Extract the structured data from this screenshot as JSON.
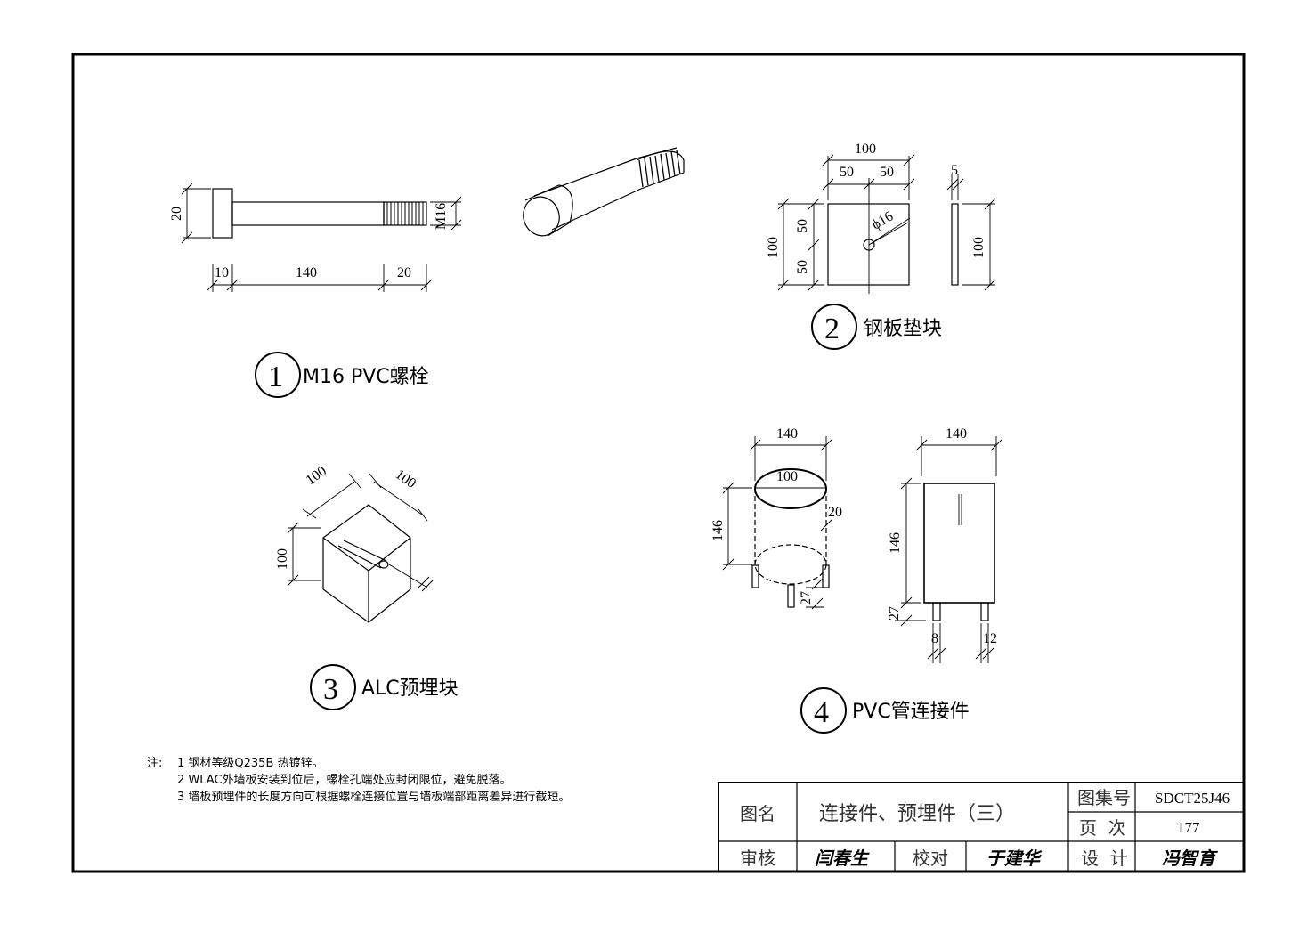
{
  "detail1": {
    "number": "1",
    "title": "M16 PVC螺栓",
    "dims": {
      "height": "20",
      "thread": "M16",
      "head": "10",
      "shank": "140",
      "thread_len": "20"
    }
  },
  "detail2": {
    "number": "2",
    "title": "钢板垫块",
    "dims": {
      "width": "100",
      "half_a": "50",
      "half_b": "50",
      "height": "100",
      "vhalf_a": "50",
      "vhalf_b": "50",
      "hole": "ϕ16",
      "thickness": "5",
      "side_height": "100"
    }
  },
  "detail3": {
    "number": "3",
    "title": "ALC预埋块",
    "dims": {
      "depth_a": "100",
      "depth_b": "100",
      "height": "100"
    }
  },
  "detail4": {
    "number": "4",
    "title": "PVC管连接件",
    "dims": {
      "width_a": "140",
      "inner": "100",
      "height_a": "146",
      "wall": "20",
      "leg_a": "27",
      "width_b": "140",
      "height_b": "146",
      "leg_b": "27",
      "leg_dia_a": "8",
      "leg_dia_b": "12"
    }
  },
  "notes": {
    "prefix": "注:",
    "items": [
      "1  钢材等级Q235B 热镀锌。",
      "2  WLAC外墙板安装到位后，螺栓孔端处应封闭限位，避免脱落。",
      "3  墙板预埋件的长度方向可根据螺栓连接位置与墙板端部距离差异进行截短。"
    ]
  },
  "title_block": {
    "name_label": "图名",
    "name": "连接件、预埋件（三）",
    "atlas_label": "图集号",
    "atlas": "SDCT25J46",
    "page_label": "页  次",
    "page": "177",
    "review_label": "审核",
    "review_sig": "闫春生",
    "check_label": "校对",
    "check_sig": "于建华",
    "design_label": "设  计",
    "design_sig": "冯智育"
  }
}
